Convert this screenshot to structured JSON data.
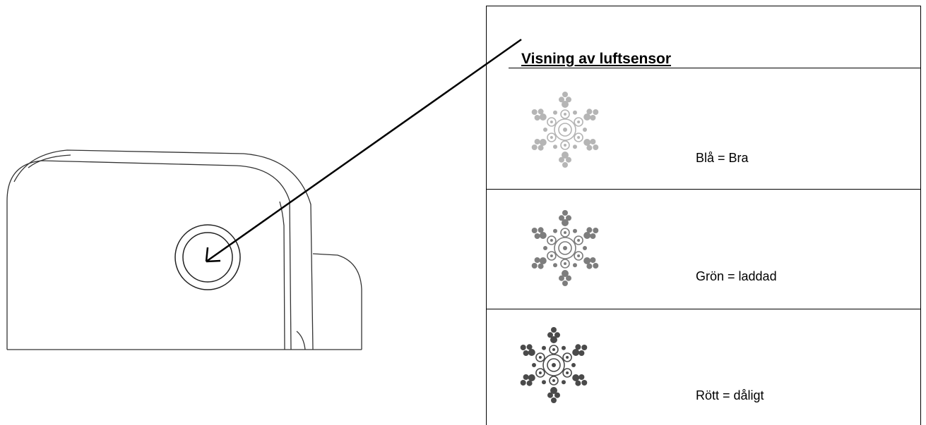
{
  "legend": {
    "title": "Visning av luftsensor",
    "rows": [
      {
        "label": "Blå = Bra",
        "icon": "snowflake-icon",
        "shade": "#b5b5b5"
      },
      {
        "label": "Grön = laddad",
        "icon": "snowflake-icon",
        "shade": "#7d7d7d"
      },
      {
        "label": "Rött = dåligt",
        "icon": "snowflake-icon",
        "shade": "#4a4a4a"
      }
    ]
  }
}
